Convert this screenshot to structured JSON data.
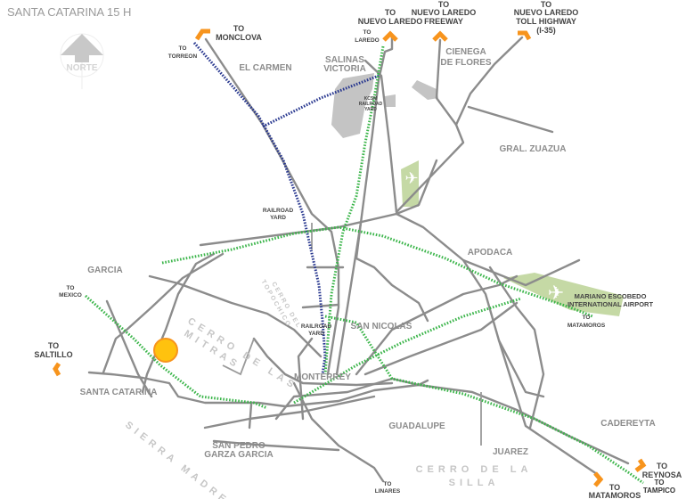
{
  "title": "SANTA CATARINA 15 H",
  "compass": {
    "label": "NORTE"
  },
  "destinations": {
    "monclova": [
      "TO",
      "MONCLOVA"
    ],
    "torreon": [
      "TO",
      "TORREON"
    ],
    "laredo": [
      "TO",
      "LAREDO"
    ],
    "nuevo_laredo": [
      "TO",
      "NUEVO LAREDO"
    ],
    "nuevo_laredo_freeway": [
      "TO",
      "NUEVO LAREDO",
      "FREEWAY"
    ],
    "nuevo_laredo_toll": [
      "TO",
      "NUEVO LAREDO",
      "TOLL HIGHWAY",
      "(I-35)"
    ],
    "mexico": [
      "TO",
      "MEXICO"
    ],
    "saltillo": [
      "TO",
      "SALTILLO"
    ],
    "matamoros_airport": [
      "TO",
      "MATAMOROS"
    ],
    "matamoros_south": [
      "TO",
      "MATAMOROS"
    ],
    "reynosa": [
      "TO",
      "REYNOSA"
    ],
    "tampico": [
      "TO",
      "TAMPICO"
    ],
    "linares": [
      "TO",
      "LINARES"
    ]
  },
  "municipalities": {
    "el_carmen": "EL CARMEN",
    "salinas_victoria": [
      "SALINAS",
      "VICTORIA"
    ],
    "cienega_de_flores": [
      "CIENEGA",
      "DE FLORES"
    ],
    "gral_zuazua": "GRAL. ZUAZUA",
    "apodaca": "APODACA",
    "garcia": "GARCIA",
    "san_nicolas": "SAN NICOLAS",
    "monterrey": "MONTERREY",
    "santa_catarina": "SANTA CATARINA",
    "san_pedro": [
      "SAN PEDRO",
      "GARZA GARCIA"
    ],
    "guadalupe": "GUADALUPE",
    "juarez": "JUAREZ",
    "cadereyta": "CADEREYTA"
  },
  "mountains": {
    "sierra_madre": "SIERRA MADRE",
    "cerro_de_las_mitras": [
      "CERRO DE LAS",
      "MITRAS"
    ],
    "cerro_del_topochico": [
      "CERRO DEL",
      "TOPOCHICO"
    ],
    "cerro_de_la_silla": [
      "CERRO DE LA",
      "SILLA"
    ]
  },
  "facilities": {
    "kcsm_yard": [
      "KCSM",
      "RAILROAD",
      "YARD"
    ],
    "railroad_yard_north": [
      "RAILROAD",
      "YARD"
    ],
    "railroad_yard_center": [
      "RAILROAD",
      "YARD"
    ],
    "airport": [
      "MARIANO ESCOBEDO",
      "INTERNATIONAL AIRPORT"
    ]
  },
  "colors": {
    "road": "#8c8c8c",
    "rail_blue": "#2a3990",
    "rail_green": "#3bb54a",
    "highlight": "#f7941d",
    "site": "#ffc20e",
    "airport": "#c5d9a5"
  }
}
